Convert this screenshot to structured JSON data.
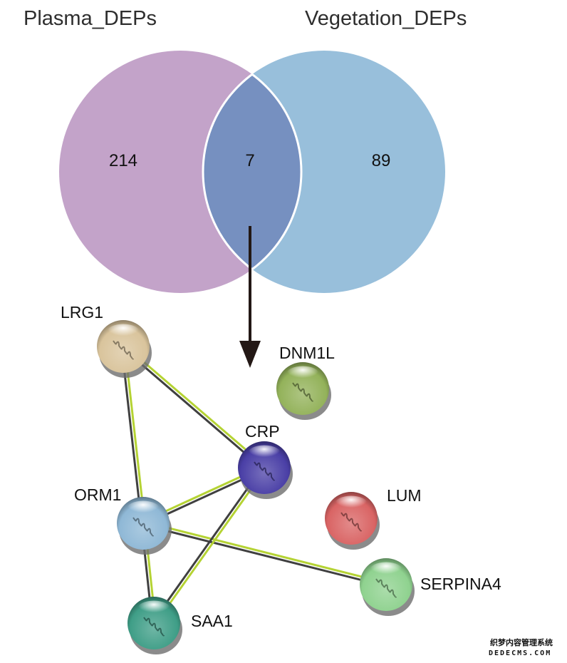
{
  "venn": {
    "sets": [
      {
        "name": "Plasma_DEPs",
        "unique_count": "214",
        "color": "#c3a3c9"
      },
      {
        "name": "Vegetation_DEPs",
        "unique_count": "89",
        "color": "#98bfdb"
      }
    ],
    "intersection": {
      "count": "7",
      "color": "#7690c0"
    },
    "outline_color": "#ffffff"
  },
  "arrow": {
    "color": "#231815"
  },
  "network": {
    "nodes": [
      {
        "id": "LRG1",
        "label": "LRG1",
        "color": "#d9c49c"
      },
      {
        "id": "DNM1L",
        "label": "DNM1L",
        "color": "#93b25a"
      },
      {
        "id": "CRP",
        "label": "CRP",
        "color": "#4a3fa6"
      },
      {
        "id": "ORM1",
        "label": "ORM1",
        "color": "#8fb8d6"
      },
      {
        "id": "LUM",
        "label": "LUM",
        "color": "#d96464"
      },
      {
        "id": "SERPINA4",
        "label": "SERPINA4",
        "color": "#8fd28f"
      },
      {
        "id": "SAA1",
        "label": "SAA1",
        "color": "#3f9e87"
      }
    ],
    "edges": [
      {
        "source": "LRG1",
        "target": "ORM1",
        "evidence": [
          "textmining",
          "coexpression"
        ]
      },
      {
        "source": "LRG1",
        "target": "CRP",
        "evidence": [
          "textmining",
          "coexpression"
        ]
      },
      {
        "source": "ORM1",
        "target": "CRP",
        "evidence": [
          "textmining",
          "coexpression"
        ]
      },
      {
        "source": "ORM1",
        "target": "SAA1",
        "evidence": [
          "textmining",
          "coexpression"
        ]
      },
      {
        "source": "ORM1",
        "target": "SERPINA4",
        "evidence": [
          "textmining",
          "coexpression"
        ]
      },
      {
        "source": "CRP",
        "target": "SAA1",
        "evidence": [
          "textmining",
          "coexpression"
        ]
      }
    ],
    "edge_colors": {
      "textmining": "#b5d334",
      "coexpression": "#404040"
    }
  },
  "watermark": {
    "line1": "织梦内容管理系统",
    "line2": "DEDECMS.COM"
  }
}
